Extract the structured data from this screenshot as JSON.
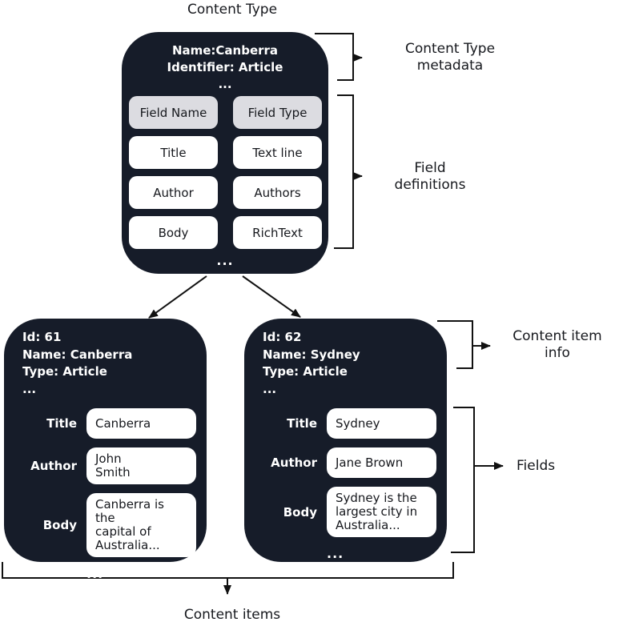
{
  "page_title": "Content Type",
  "colors": {
    "box_background": "#161C29",
    "header_cell_background": "#DCDCE1",
    "cell_background": "#FFFFFF",
    "line_color": "#111111",
    "text_on_dark": "#FFFFFF",
    "text_dark": "#16181D"
  },
  "content_type_box": {
    "meta_lines": [
      "Name:Canberra",
      "Identifier: Article",
      "..."
    ],
    "rows": [
      {
        "name": "Field Name",
        "type": "Field Type"
      },
      {
        "name": "Title",
        "type": "Text line"
      },
      {
        "name": "Author",
        "type": "Authors"
      },
      {
        "name": "Body",
        "type": "RichText"
      }
    ],
    "ellipsis": "..."
  },
  "content_items": [
    {
      "meta_lines": [
        "Id: 61",
        "Name: Canberra",
        "Type: Article",
        "..."
      ],
      "fields": [
        {
          "label": "Title",
          "value": "Canberra"
        },
        {
          "label": "Author",
          "value": "John\nSmith"
        },
        {
          "label": "Body",
          "value": "Canberra is the\ncapital of\nAustralia..."
        }
      ],
      "ellipsis": "..."
    },
    {
      "meta_lines": [
        "Id: 62",
        "Name: Sydney",
        "Type: Article",
        "..."
      ],
      "fields": [
        {
          "label": "Title",
          "value": "Sydney"
        },
        {
          "label": "Author",
          "value": "Jane Brown"
        },
        {
          "label": "Body",
          "value": "Sydney is the\nlargest city in\nAustralia..."
        }
      ],
      "ellipsis": "..."
    }
  ],
  "annotations": {
    "content_type_metadata": "Content Type\nmetadata",
    "field_definitions": "Field\ndefinitions",
    "content_item_info": "Content item\ninfo",
    "fields": "Fields",
    "content_items": "Content items"
  }
}
